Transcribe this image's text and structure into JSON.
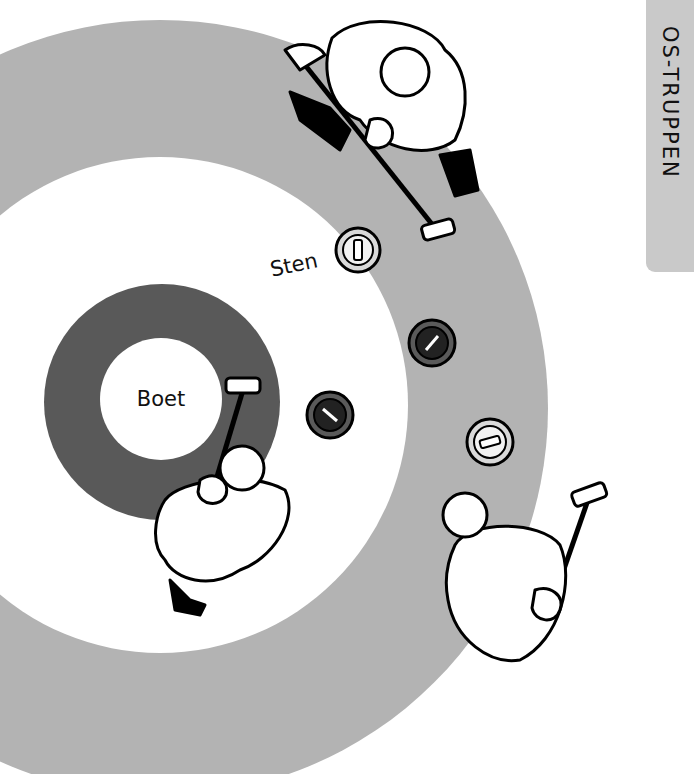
{
  "diagram": {
    "nodes": [
      {
        "text": [
          "Boet"
        ]
      },
      {
        "text": [
          "Sten"
        ]
      }
    ],
    "labels": [
      "OS-TRUPPEN"
    ]
  }
}
